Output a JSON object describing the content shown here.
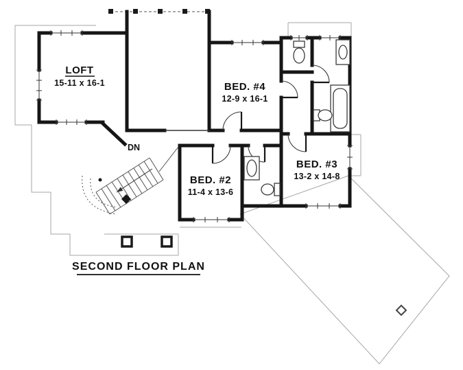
{
  "drawing": {
    "title": "SECOND FLOOR PLAN",
    "rooms": {
      "loft": {
        "name": "LOFT",
        "dims": "15-11 x 16-1"
      },
      "bed4": {
        "name": "BED. #4",
        "dims": "12-9 x 16-1"
      },
      "bed2": {
        "name": "BED. #2",
        "dims": "11-4 x 13-6"
      },
      "bed3": {
        "name": "BED. #3",
        "dims": "13-2 x 14-8"
      }
    },
    "stairs": {
      "label": "DN"
    },
    "colors": {
      "wall": "#161616",
      "thin_line": "#a6a6a6",
      "fixture_line": "#3a3a3a",
      "background": "#ffffff"
    }
  }
}
